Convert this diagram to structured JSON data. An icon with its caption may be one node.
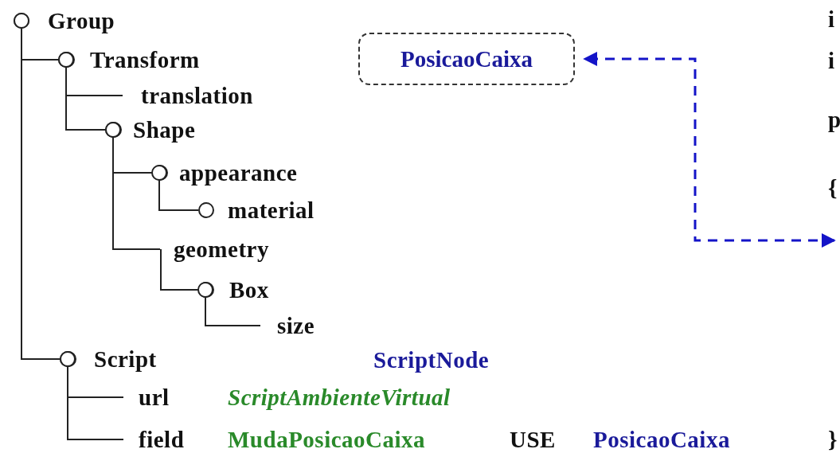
{
  "diagram": {
    "nodes": [
      {
        "text": [
          "Group"
        ]
      },
      {
        "text": [
          "Transform"
        ]
      },
      {
        "text": [
          "PosicaoCaixa"
        ]
      },
      {
        "text": [
          "translation"
        ]
      },
      {
        "text": [
          "Shape"
        ]
      },
      {
        "text": [
          "appearance"
        ]
      },
      {
        "text": [
          "material"
        ]
      },
      {
        "text": [
          "geometry"
        ]
      },
      {
        "text": [
          "Box"
        ]
      },
      {
        "text": [
          "size"
        ]
      },
      {
        "text": [
          "Script"
        ]
      },
      {
        "text": [
          "url"
        ]
      },
      {
        "text": [
          "field"
        ]
      }
    ],
    "edges": [
      {
        "from": 0,
        "to": 1,
        "arrow": "other"
      },
      {
        "from": 0,
        "to": 10,
        "arrow": "other"
      },
      {
        "from": 1,
        "to": 3,
        "arrow": "other"
      },
      {
        "from": 1,
        "to": 4,
        "arrow": "other"
      },
      {
        "from": 4,
        "to": 5,
        "arrow": "other"
      },
      {
        "from": 5,
        "to": 6,
        "arrow": "other"
      },
      {
        "from": 4,
        "to": 7,
        "arrow": "other"
      },
      {
        "from": 7,
        "to": 8,
        "arrow": "other"
      },
      {
        "from": 8,
        "to": 9,
        "arrow": "other"
      },
      {
        "from": 10,
        "to": 11,
        "arrow": "other"
      },
      {
        "from": 10,
        "to": 12,
        "arrow": "other"
      },
      {
        "from": null,
        "to": 2,
        "arrow": "both",
        "style": "dashed",
        "color": "#1414c8"
      }
    ],
    "labels": [
      "i",
      "i",
      "p",
      "{",
      "ScriptNode",
      "ScriptAmbienteVirtual",
      "MudaPosicaoCaixa",
      "USE",
      "PosicaoCaixa",
      "}"
    ]
  }
}
